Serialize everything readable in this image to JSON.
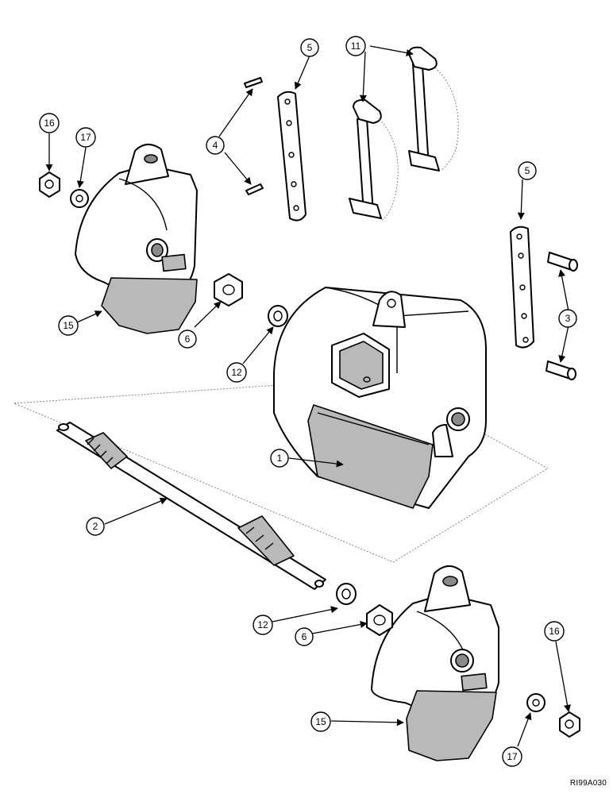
{
  "drawing_code": "RI99A030",
  "callouts": [
    "1",
    "2",
    "3",
    "4",
    "5",
    "6",
    "11",
    "12",
    "15",
    "16",
    "17"
  ],
  "arrow_color": "#000000",
  "line_color": "#000000"
}
